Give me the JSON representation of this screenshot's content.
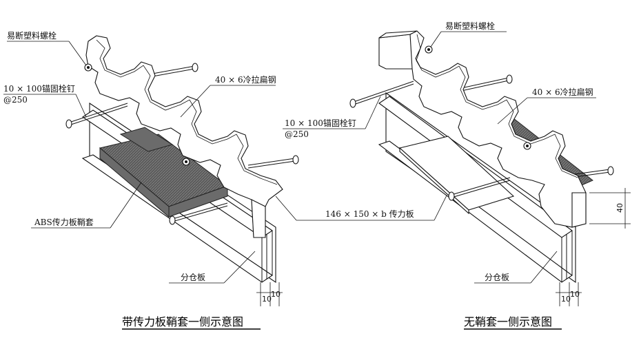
{
  "left_figure": {
    "caption": "带传力板鞘套一侧示意图",
    "labels": {
      "bolt": "易断塑料螺栓",
      "anchor": "10 × 100锚固栓钉",
      "anchor_spacing": "@250",
      "flat_steel": "40 × 6冷拉扁钢",
      "sleeve": "ABS传力板鞘套",
      "divider": "分仓板"
    },
    "dims": [
      "10",
      "10"
    ]
  },
  "center_label": "146 × 150 × b 传力板",
  "right_figure": {
    "caption": "无鞘套一侧示意图",
    "labels": {
      "bolt": "易断塑料螺栓",
      "anchor": "10 × 100锚固栓钉",
      "anchor_spacing": "@250",
      "flat_steel": "40 × 6冷拉扁钢",
      "divider": "分仓板"
    },
    "dims": [
      "10",
      "10",
      "40"
    ]
  }
}
